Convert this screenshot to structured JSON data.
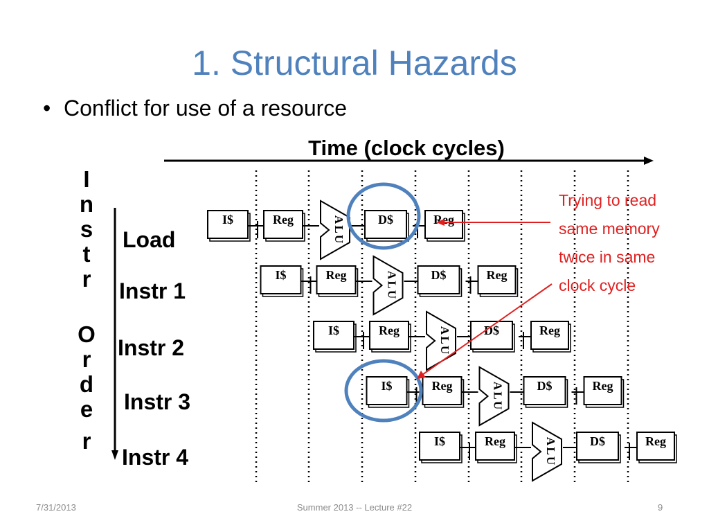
{
  "slide": {
    "title": "1. Structural Hazards",
    "bullet": "Conflict for use of a resource"
  },
  "diagram": {
    "time_label": "Time (clock cycles)",
    "vertical_label": [
      "I",
      "n",
      "s",
      "t",
      "r",
      "",
      "O",
      "r",
      "d",
      "e",
      "r"
    ],
    "instructions": [
      "Load",
      "Instr 1",
      "Instr 2",
      "Instr 3",
      "Instr 4"
    ],
    "stages": {
      "imem": "I$",
      "reg": "Reg",
      "alu_letters": [
        "A",
        "L",
        "U"
      ],
      "dmem": "D$"
    },
    "annotation": [
      "Trying to read",
      "same memory",
      "twice in same",
      "clock cycle"
    ],
    "colors": {
      "title": "#4F81BD",
      "highlight_circle": "#4F81BD",
      "annotation": "#E02020"
    }
  },
  "footer": {
    "date": "7/31/2013",
    "center": "Summer 2013 -- Lecture #22",
    "page": "9"
  }
}
